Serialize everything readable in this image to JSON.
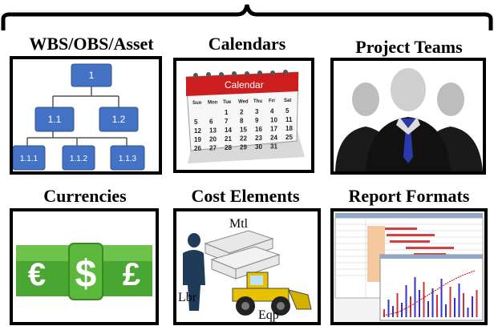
{
  "categories": [
    {
      "label": "WBS/OBS/Asset"
    },
    {
      "label": "Calendars"
    },
    {
      "label": "Project Teams"
    },
    {
      "label": "Currencies"
    },
    {
      "label": "Cost Elements"
    },
    {
      "label": "Report Formats"
    }
  ],
  "wbs": {
    "root": "1",
    "level2": [
      "1.1",
      "1.2"
    ],
    "level3": [
      "1.1.1",
      "1.1.2",
      "1.1.3"
    ],
    "node_color": "#4472c4"
  },
  "calendar": {
    "title": "Calendar",
    "days": [
      "Sun",
      "Mon",
      "Tue",
      "Wed",
      "Thu",
      "Fri",
      "Sat"
    ],
    "rows": [
      [
        "",
        "",
        "1",
        "2",
        "3",
        "4",
        "5"
      ],
      [
        "5",
        "6",
        "7",
        "8",
        "9",
        "10",
        "11"
      ],
      [
        "12",
        "13",
        "14",
        "15",
        "16",
        "17",
        "18"
      ],
      [
        "19",
        "20",
        "21",
        "22",
        "23",
        "24",
        "25"
      ],
      [
        "26",
        "27",
        "28",
        "29",
        "30",
        "31",
        ""
      ]
    ],
    "header_color": "#cc1e1e"
  },
  "cost": {
    "material": "Mtl",
    "labor": "Lbr",
    "equipment": "Eqp"
  },
  "currency_symbols": [
    "€",
    "$",
    "£"
  ],
  "icons": {
    "team": "people-icon",
    "money": "money-icon",
    "worker": "worker-icon",
    "loader": "loader-icon",
    "lumber": "lumber-icon"
  }
}
